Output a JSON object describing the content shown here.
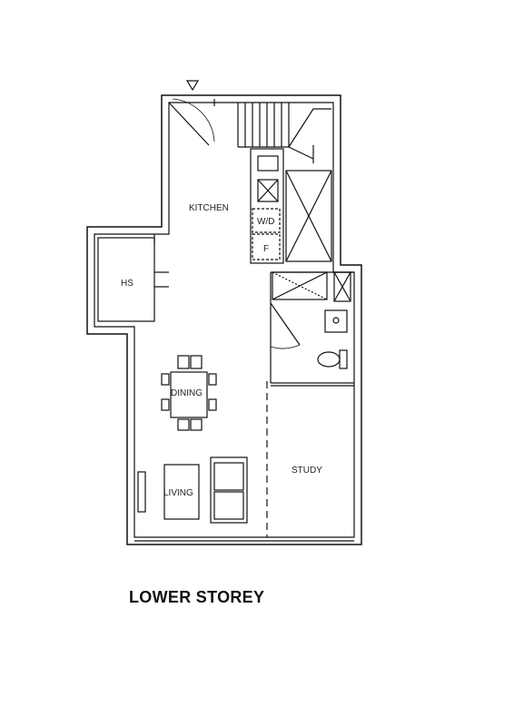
{
  "rooms": {
    "kitchen": "KITCHEN",
    "wd": "W/D",
    "fridge": "F",
    "hs": "HS",
    "dining": "DINING",
    "living": "LIVING",
    "study": "STUDY"
  },
  "caption": "LOWER STOREY",
  "icons": {
    "entrance": "entrance-marker-icon",
    "door": "door-swing-icon",
    "toilet": "toilet-icon",
    "basin": "basin-icon",
    "stove": "stove-icon",
    "sink": "sink-icon",
    "stair": "staircase-icon",
    "shower": "shower-icon"
  },
  "colors": {
    "wall": "#111111",
    "fixture": "#333333"
  }
}
